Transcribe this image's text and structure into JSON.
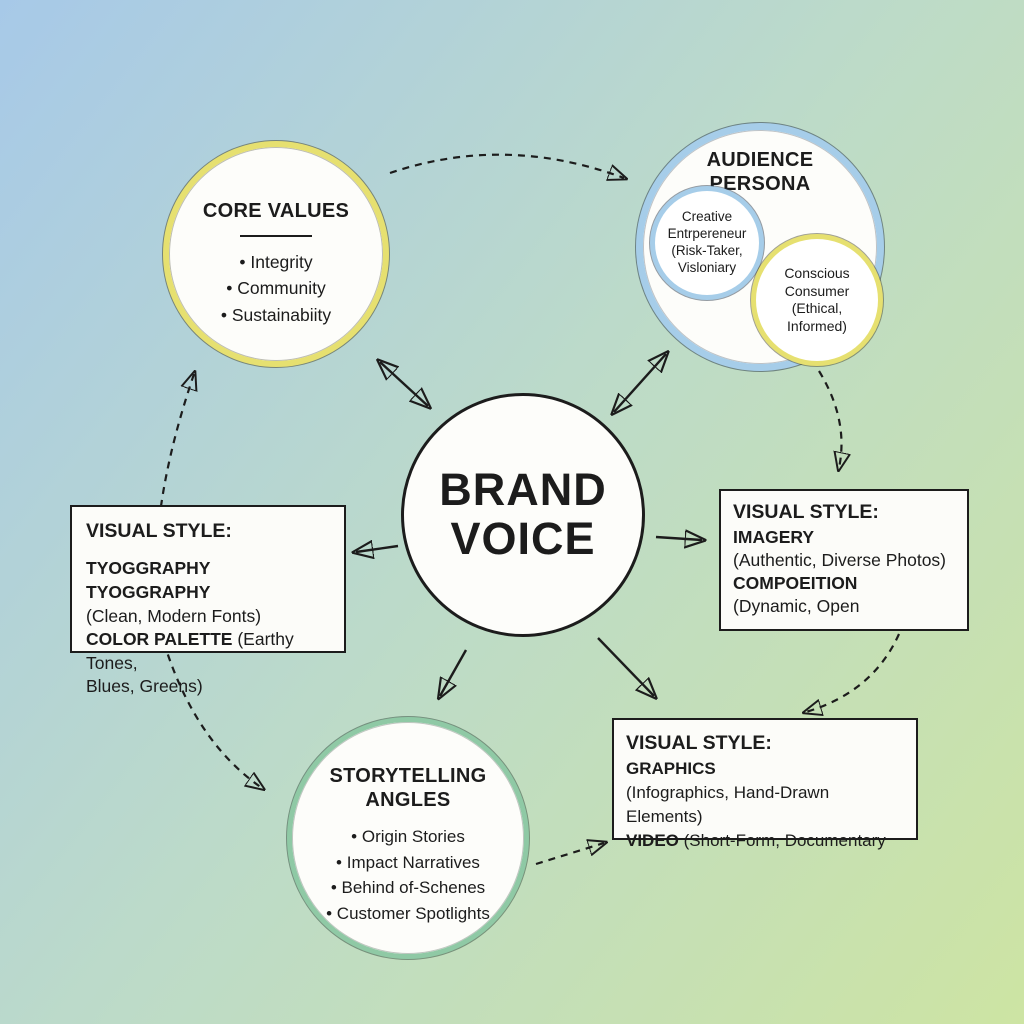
{
  "center": {
    "title_line1": "BRAND",
    "title_line2": "VOICE"
  },
  "core_values": {
    "title": "CORE VALUES",
    "items": [
      "Integrity",
      "Community",
      "Sustainabiity"
    ]
  },
  "audience_persona": {
    "title_line1": "AUDIENCE",
    "title_line2": "PERSONA",
    "creative": {
      "lines": [
        "Creative",
        "Entrpereneur",
        "(Risk-Taker,",
        "Visloniary"
      ]
    },
    "conscious": {
      "lines": [
        "Conscious",
        "Consumer",
        "(Ethical,",
        "Informed)"
      ]
    }
  },
  "left_box": {
    "heading": "VISUAL STYLE:",
    "typography_label": "TYOGGRAPHY TYOGGRAPHY",
    "typography_value": "(Clean, Modern Fonts)",
    "palette_label": "COLOR PALETTE",
    "palette_value": " (Earthy Tones,",
    "palette_value2": "Blues, Greens)"
  },
  "right_box": {
    "heading": "VISUAL STYLE:",
    "imagery_label": "IMAGERY",
    "imagery_value": "(Authentic, Diverse Photos)",
    "composition_label": "COMPOEITION",
    "composition_value": "(Dynamic, Open"
  },
  "bottom_box": {
    "heading": "VISUAL STYLE:",
    "graphics_label": "GRAPHICS",
    "graphics_value": "(Infographics, Hand-Drawn Elements)",
    "video_label": "VIDEO",
    "video_value": " (Short-Form, Documentary"
  },
  "storytelling": {
    "title_line1": "STORYTELLING",
    "title_line2": "ANGLES",
    "items": [
      "Origin Stories",
      "Impact Narratives",
      "Behind of-Schenes",
      "Customer Spotlights"
    ]
  },
  "colors": {
    "yellow_ring": "#e6e070",
    "blue_ring": "#a6cde9",
    "green_ring": "#8fc9a5",
    "ink": "#1c1c1c",
    "background_blue": "#a7c9e8",
    "background_green": "#cde4a3"
  }
}
